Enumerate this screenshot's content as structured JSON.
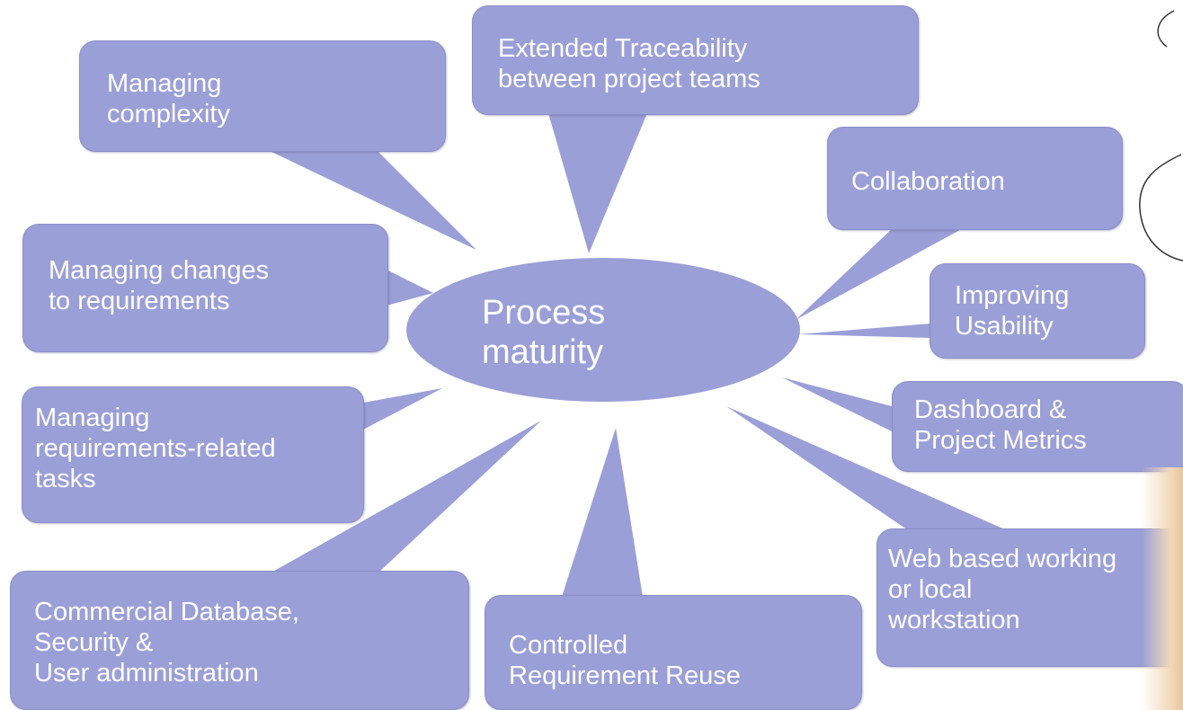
{
  "diagram": {
    "center": {
      "label": "Process\nmaturity"
    },
    "callouts": [
      {
        "id": "complexity",
        "text": "Managing\ncomplexity"
      },
      {
        "id": "traceability",
        "text": "Extended Traceability\nbetween project teams"
      },
      {
        "id": "collaboration",
        "text": "Collaboration"
      },
      {
        "id": "changes",
        "text": "Managing changes\nto requirements"
      },
      {
        "id": "usability",
        "text": "Improving\nUsability"
      },
      {
        "id": "tasks",
        "text": "Managing\nrequirements-related\ntasks"
      },
      {
        "id": "dashboard",
        "text": "Dashboard &\nProject Metrics"
      },
      {
        "id": "web",
        "text": "Web based working\nor local\nworkstation"
      },
      {
        "id": "database",
        "text": "Commercial Database,\nSecurity &\nUser administration"
      },
      {
        "id": "reuse",
        "text": "Controlled\nRequirement Reuse"
      }
    ],
    "colors": {
      "callout_fill": "#9b9fd7",
      "text": "#ffffff",
      "background": "#ffffff"
    }
  }
}
